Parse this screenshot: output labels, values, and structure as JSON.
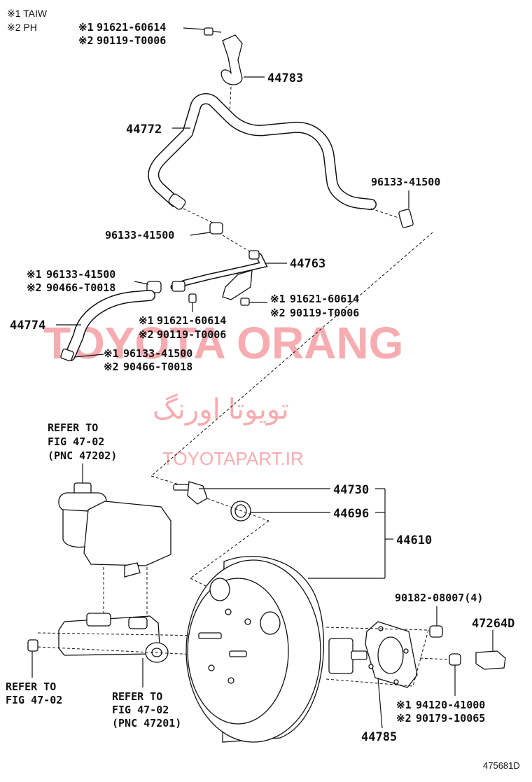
{
  "legend": {
    "line1": "※1 TAIW",
    "line2": "※2 PH"
  },
  "marks": {
    "m1": "※1",
    "m2": "※2"
  },
  "parts": {
    "bolt_top_1": "91621-60614",
    "bolt_top_2": "90119-T0006",
    "clamp_44783": "44783",
    "hose_44772": "44772",
    "clip_right": "96133-41500",
    "clip_left": "96133-41500",
    "pipe_44763": "44763",
    "clip_mid_1": "96133-41500",
    "clip_mid_2": "90466-T0018",
    "bolt_right_1": "91621-60614",
    "bolt_right_2": "90119-T0006",
    "hose_44774": "44774",
    "bolt_mid_1": "91621-60614",
    "bolt_mid_2": "90119-T0006",
    "clip_low_1": "96133-41500",
    "clip_low_2": "90466-T0018",
    "valve_44730": "44730",
    "grommet_44696": "44696",
    "booster_44610": "44610",
    "nut_1": "90182-08007(4)",
    "part_47264D": "47264D",
    "nut_2_1": "94120-41000",
    "nut_2_2": "90179-10065",
    "gasket_44785": "44785"
  },
  "refs": {
    "ref_top_1": "REFER TO",
    "ref_top_2": "FIG 47-02",
    "ref_top_3": "(PNC 47202)",
    "ref_left_1": "REFER TO",
    "ref_left_2": "FIG 47-02",
    "ref_mid_1": "REFER TO",
    "ref_mid_2": "FIG 47-02",
    "ref_mid_3": "(PNC 47201)"
  },
  "watermark": {
    "latin": "TOYOTA ORANG",
    "persian": "تویوتا اورنگ",
    "site": "TOYOTAPART.IR"
  },
  "figure_id": "475681D",
  "colors": {
    "watermark": "#f06a70",
    "ink": "#111111"
  }
}
